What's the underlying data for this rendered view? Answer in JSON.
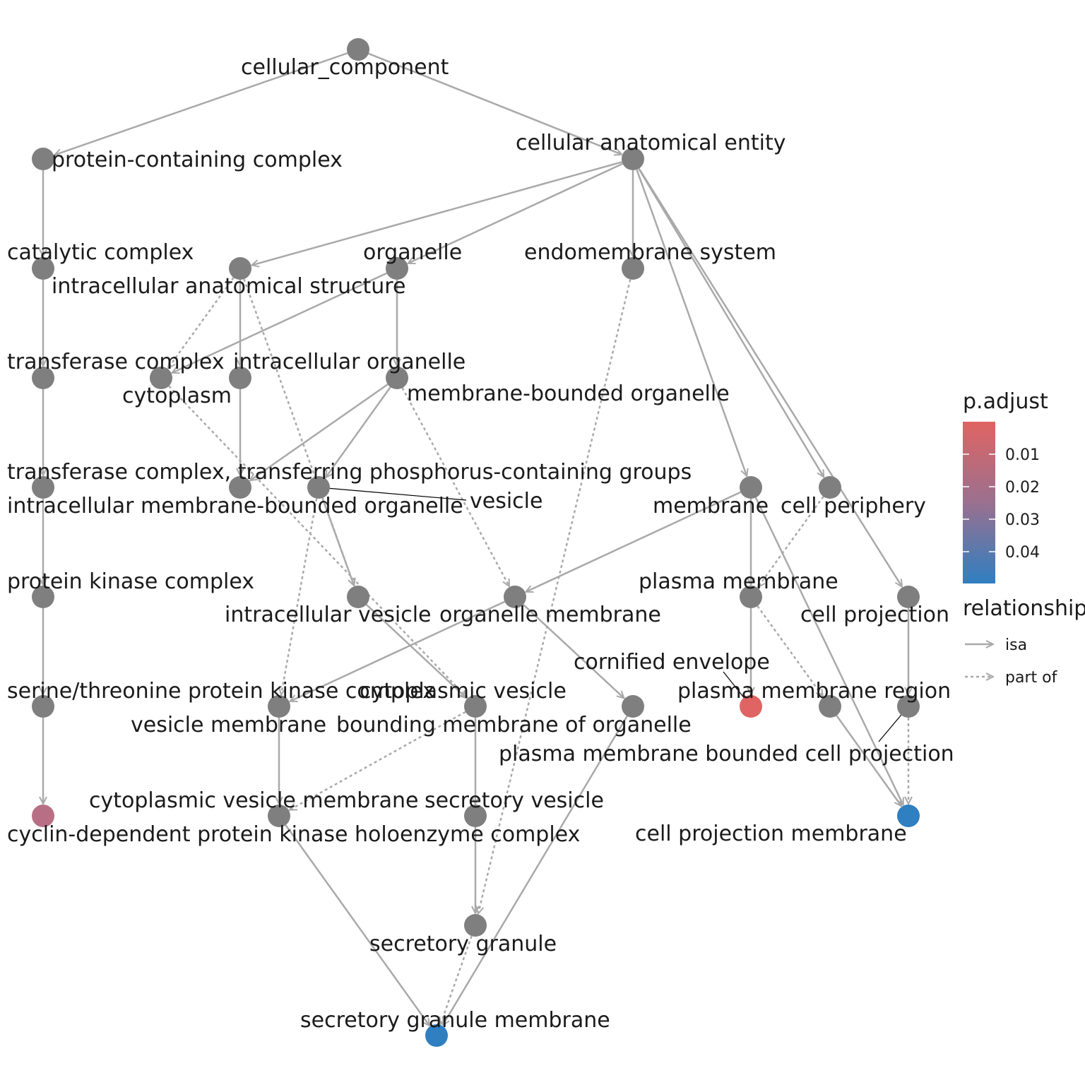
{
  "colors": {
    "node_default": "#7f7f7f",
    "edge": "#a9a9a9",
    "pval_low": "#e06463",
    "pval_high": "#2f7fc1",
    "node_red": "#e06463",
    "node_mauve": "#b86f86",
    "node_blue": "#2f7fc1"
  },
  "nodes": [
    {
      "id": "cellular_component",
      "label": "cellular_component",
      "color": "default"
    },
    {
      "id": "protein-containing complex",
      "label": "protein-containing complex",
      "color": "default"
    },
    {
      "id": "cellular anatomical entity",
      "label": "cellular anatomical entity",
      "color": "default"
    },
    {
      "id": "catalytic complex",
      "label": "catalytic complex",
      "color": "default"
    },
    {
      "id": "intracellular anatomical structure",
      "label": "intracellular anatomical structure",
      "color": "default"
    },
    {
      "id": "organelle",
      "label": "organelle",
      "color": "default"
    },
    {
      "id": "endomembrane system",
      "label": "endomembrane system",
      "color": "default"
    },
    {
      "id": "transferase complex",
      "label": "transferase complex",
      "color": "default"
    },
    {
      "id": "cytoplasm",
      "label": "cytoplasm",
      "color": "default"
    },
    {
      "id": "intracellular organelle",
      "label": "intracellular organelle",
      "color": "default"
    },
    {
      "id": "membrane-bounded organelle",
      "label": "membrane-bounded organelle",
      "color": "default"
    },
    {
      "id": "transferase complex, transferring phosphorus-containing groups",
      "label": "transferase complex, transferring phosphorus-containing groups",
      "color": "default"
    },
    {
      "id": "intracellular membrane-bounded organelle",
      "label": "intracellular membrane-bounded organelle",
      "color": "default"
    },
    {
      "id": "vesicle",
      "label": "vesicle",
      "color": "default"
    },
    {
      "id": "membrane",
      "label": "membrane",
      "color": "default"
    },
    {
      "id": "cell periphery",
      "label": "cell periphery",
      "color": "default"
    },
    {
      "id": "protein kinase complex",
      "label": "protein kinase complex",
      "color": "default"
    },
    {
      "id": "intracellular vesicle",
      "label": "intracellular vesicle",
      "color": "default"
    },
    {
      "id": "organelle membrane",
      "label": "organelle membrane",
      "color": "default"
    },
    {
      "id": "plasma membrane",
      "label": "plasma membrane",
      "color": "default"
    },
    {
      "id": "cell projection",
      "label": "cell projection",
      "color": "default"
    },
    {
      "id": "serine/threonine protein kinase complex",
      "label": "serine/threonine protein kinase complex",
      "color": "default"
    },
    {
      "id": "vesicle membrane",
      "label": "vesicle membrane",
      "color": "default"
    },
    {
      "id": "cytoplasmic vesicle",
      "label": "cytoplasmic vesicle",
      "color": "default"
    },
    {
      "id": "bounding membrane of organelle",
      "label": "bounding membrane of organelle",
      "color": "default"
    },
    {
      "id": "cornified envelope",
      "label": "cornified envelope",
      "color": "red"
    },
    {
      "id": "plasma membrane region",
      "label": "plasma membrane region",
      "color": "default"
    },
    {
      "id": "plasma membrane bounded cell projection",
      "label": "plasma membrane bounded cell projection",
      "color": "default"
    },
    {
      "id": "cyclin-dependent protein kinase holoenzyme complex",
      "label": "cyclin-dependent protein kinase holoenzyme complex",
      "color": "mauve"
    },
    {
      "id": "cytoplasmic vesicle membrane",
      "label": "cytoplasmic vesicle membrane",
      "color": "default"
    },
    {
      "id": "secretory vesicle",
      "label": "secretory vesicle",
      "color": "default"
    },
    {
      "id": "cell projection membrane",
      "label": "cell projection membrane",
      "color": "blue"
    },
    {
      "id": "secretory granule",
      "label": "secretory granule",
      "color": "default"
    },
    {
      "id": "secretory granule membrane",
      "label": "secretory granule membrane",
      "color": "blue"
    }
  ],
  "edges": [
    {
      "from": "cellular_component",
      "to": "protein-containing complex",
      "type": "isa"
    },
    {
      "from": "cellular_component",
      "to": "cellular anatomical entity",
      "type": "isa"
    },
    {
      "from": "protein-containing complex",
      "to": "catalytic complex",
      "type": "isa"
    },
    {
      "from": "catalytic complex",
      "to": "transferase complex",
      "type": "isa"
    },
    {
      "from": "transferase complex",
      "to": "transferase complex, transferring phosphorus-containing groups",
      "type": "isa"
    },
    {
      "from": "transferase complex, transferring phosphorus-containing groups",
      "to": "protein kinase complex",
      "type": "isa"
    },
    {
      "from": "protein kinase complex",
      "to": "serine/threonine protein kinase complex",
      "type": "isa"
    },
    {
      "from": "serine/threonine protein kinase complex",
      "to": "cyclin-dependent protein kinase holoenzyme complex",
      "type": "isa"
    },
    {
      "from": "cellular anatomical entity",
      "to": "intracellular anatomical structure",
      "type": "isa"
    },
    {
      "from": "cellular anatomical entity",
      "to": "organelle",
      "type": "isa"
    },
    {
      "from": "cellular anatomical entity",
      "to": "endomembrane system",
      "type": "isa"
    },
    {
      "from": "cellular anatomical entity",
      "to": "membrane",
      "type": "isa"
    },
    {
      "from": "cellular anatomical entity",
      "to": "cell periphery",
      "type": "isa"
    },
    {
      "from": "cellular anatomical entity",
      "to": "cell projection",
      "type": "isa"
    },
    {
      "from": "intracellular anatomical structure",
      "to": "cytoplasm",
      "type": "part of"
    },
    {
      "from": "organelle",
      "to": "cytoplasm",
      "type": "isa"
    },
    {
      "from": "intracellular anatomical structure",
      "to": "intracellular organelle",
      "type": "isa"
    },
    {
      "from": "intracellular anatomical structure",
      "to": "intracellular vesicle",
      "type": "part of"
    },
    {
      "from": "organelle",
      "to": "membrane-bounded organelle",
      "type": "isa"
    },
    {
      "from": "intracellular organelle",
      "to": "intracellular membrane-bounded organelle",
      "type": "isa"
    },
    {
      "from": "membrane-bounded organelle",
      "to": "intracellular membrane-bounded organelle",
      "type": "isa"
    },
    {
      "from": "membrane-bounded organelle",
      "to": "vesicle",
      "type": "isa"
    },
    {
      "from": "membrane-bounded organelle",
      "to": "organelle membrane",
      "type": "part of"
    },
    {
      "from": "vesicle",
      "to": "intracellular vesicle",
      "type": "isa"
    },
    {
      "from": "vesicle",
      "to": "vesicle membrane",
      "type": "part of"
    },
    {
      "from": "cytoplasm",
      "to": "cytoplasmic vesicle",
      "type": "part of"
    },
    {
      "from": "intracellular vesicle",
      "to": "cytoplasmic vesicle",
      "type": "isa"
    },
    {
      "from": "membrane",
      "to": "organelle membrane",
      "type": "isa"
    },
    {
      "from": "membrane",
      "to": "plasma membrane",
      "type": "isa"
    },
    {
      "from": "membrane",
      "to": "cell projection membrane",
      "type": "isa"
    },
    {
      "from": "cell periphery",
      "to": "plasma membrane",
      "type": "part of"
    },
    {
      "from": "organelle membrane",
      "to": "vesicle membrane",
      "type": "isa"
    },
    {
      "from": "organelle membrane",
      "to": "bounding membrane of organelle",
      "type": "isa"
    },
    {
      "from": "plasma membrane",
      "to": "cornified envelope",
      "type": "isa"
    },
    {
      "from": "plasma membrane",
      "to": "plasma membrane region",
      "type": "part of"
    },
    {
      "from": "cell projection",
      "to": "plasma membrane bounded cell projection",
      "type": "isa"
    },
    {
      "from": "plasma membrane bounded cell projection",
      "to": "cell projection membrane",
      "type": "part of"
    },
    {
      "from": "plasma membrane region",
      "to": "cell projection membrane",
      "type": "isa"
    },
    {
      "from": "vesicle membrane",
      "to": "cytoplasmic vesicle membrane",
      "type": "isa"
    },
    {
      "from": "cytoplasmic vesicle",
      "to": "cytoplasmic vesicle membrane",
      "type": "part of"
    },
    {
      "from": "cytoplasmic vesicle",
      "to": "secretory vesicle",
      "type": "isa"
    },
    {
      "from": "secretory vesicle",
      "to": "secretory granule",
      "type": "isa"
    },
    {
      "from": "endomembrane system",
      "to": "secretory granule",
      "type": "part of"
    },
    {
      "from": "cytoplasmic vesicle membrane",
      "to": "secretory granule membrane",
      "type": "isa"
    },
    {
      "from": "bounding membrane of organelle",
      "to": "secretory granule membrane",
      "type": "isa"
    },
    {
      "from": "secretory granule",
      "to": "secretory granule membrane",
      "type": "part of"
    }
  ],
  "legend": {
    "color_title": "p.adjust",
    "color_ticks": [
      "0.01",
      "0.02",
      "0.03",
      "0.04"
    ],
    "relationship_title": "relationship",
    "relationship_items": [
      {
        "label": "isa",
        "type": "isa"
      },
      {
        "label": "part of",
        "type": "part of"
      }
    ]
  }
}
